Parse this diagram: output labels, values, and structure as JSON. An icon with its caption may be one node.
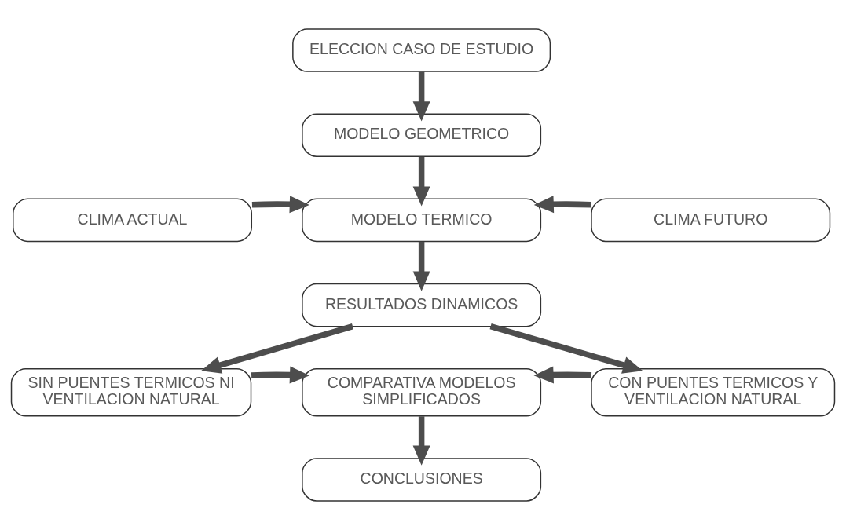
{
  "diagram": {
    "nodes": [
      {
        "text": [
          "ELECCION CASO DE ESTUDIO"
        ]
      },
      {
        "text": [
          "MODELO GEOMETRICO"
        ]
      },
      {
        "text": [
          "CLIMA ACTUAL"
        ]
      },
      {
        "text": [
          "MODELO TERMICO"
        ]
      },
      {
        "text": [
          "CLIMA FUTURO"
        ]
      },
      {
        "text": [
          "RESULTADOS DINAMICOS"
        ]
      },
      {
        "text": [
          "SIN PUENTES TERMICOS NI VENTILACION NATURAL"
        ]
      },
      {
        "text": [
          "COMPARATIVA MODELOS SIMPLIFICADOS"
        ]
      },
      {
        "text": [
          "CON PUENTES TERMICOS Y VENTILACION NATURAL"
        ]
      },
      {
        "text": [
          "CONCLUSIONES"
        ]
      }
    ],
    "edges": [
      {
        "from": 0,
        "to": 1,
        "arrow": "to"
      },
      {
        "from": 1,
        "to": 3,
        "arrow": "to"
      },
      {
        "from": 2,
        "to": 3,
        "arrow": "to"
      },
      {
        "from": 4,
        "to": 3,
        "arrow": "to"
      },
      {
        "from": 3,
        "to": 5,
        "arrow": "to"
      },
      {
        "from": 5,
        "to": 6,
        "arrow": "to"
      },
      {
        "from": 5,
        "to": 8,
        "arrow": "to"
      },
      {
        "from": 6,
        "to": 7,
        "arrow": "to"
      },
      {
        "from": 8,
        "to": 7,
        "arrow": "to"
      },
      {
        "from": 7,
        "to": 9,
        "arrow": "to"
      }
    ]
  }
}
